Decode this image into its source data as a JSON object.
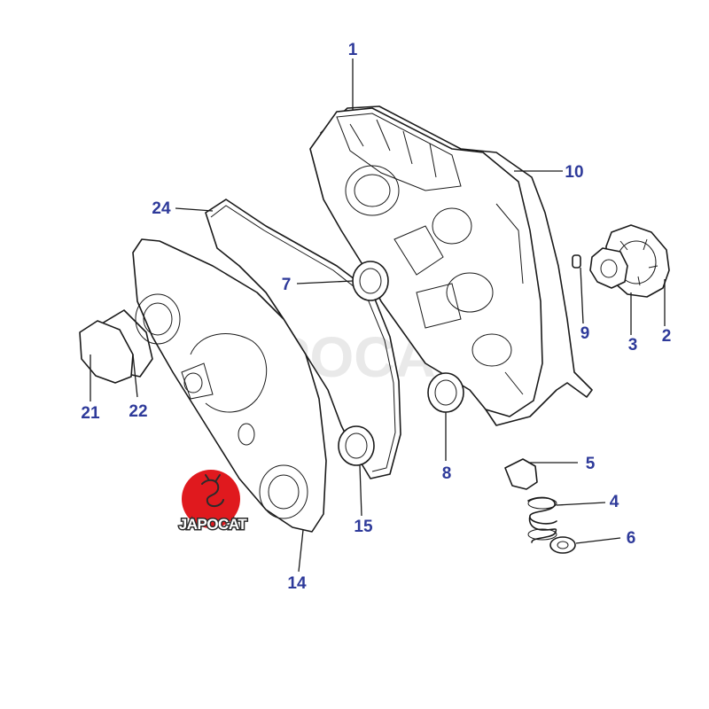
{
  "diagram": {
    "callouts": {
      "c1": "1",
      "c2": "2",
      "c3": "3",
      "c4": "4",
      "c5": "5",
      "c6": "6",
      "c7": "7",
      "c8": "8",
      "c9": "9",
      "c10": "10",
      "c14": "14",
      "c15": "15",
      "c21": "21",
      "c22": "22",
      "c24": "24"
    },
    "watermark": "JAPOCAT",
    "logo": {
      "text": "JAPOCAT",
      "color": "#e0191e"
    },
    "colors": {
      "callout": "#2e3a9a",
      "line": "#1a1a1a"
    }
  }
}
